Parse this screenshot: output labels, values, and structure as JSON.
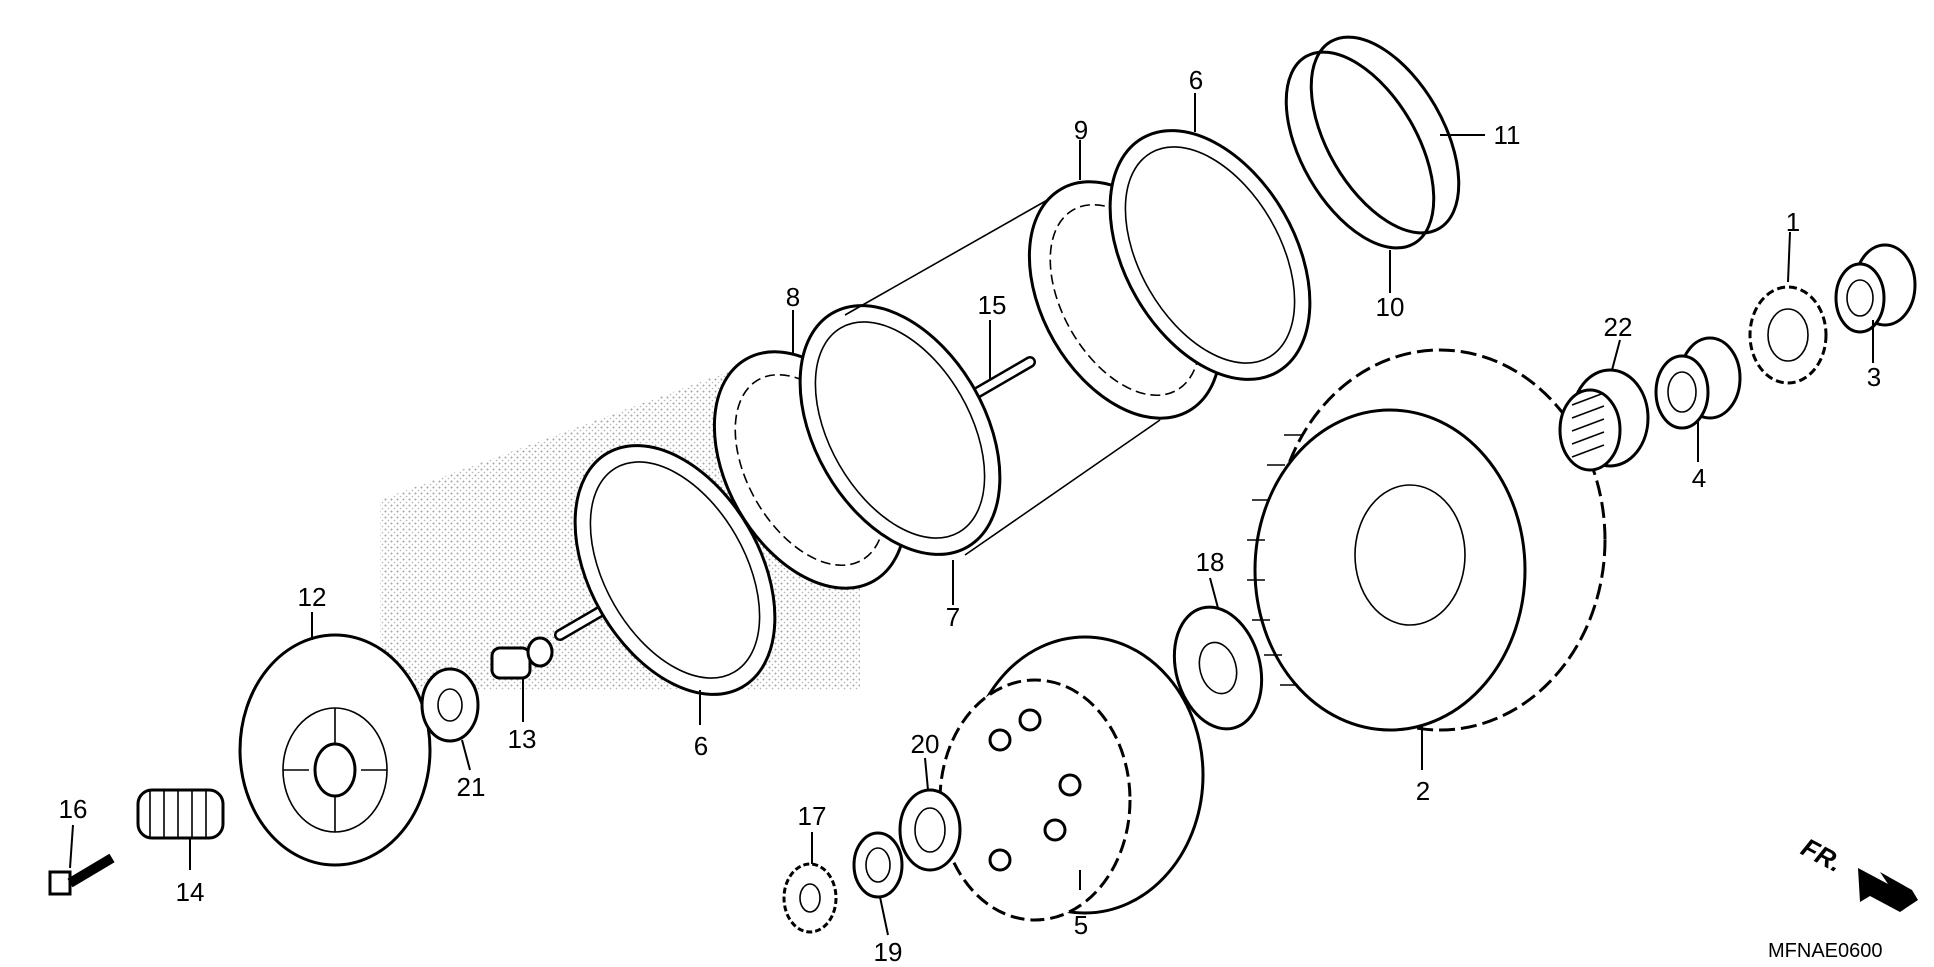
{
  "callouts": [
    {
      "id": "p1",
      "text": "1"
    },
    {
      "id": "p2",
      "text": "2"
    },
    {
      "id": "p3",
      "text": "3"
    },
    {
      "id": "p4",
      "text": "4"
    },
    {
      "id": "p5",
      "text": "5"
    },
    {
      "id": "p6a",
      "text": "6"
    },
    {
      "id": "p6b",
      "text": "6"
    },
    {
      "id": "p7",
      "text": "7"
    },
    {
      "id": "p8",
      "text": "8"
    },
    {
      "id": "p9",
      "text": "9"
    },
    {
      "id": "p10",
      "text": "10"
    },
    {
      "id": "p11",
      "text": "11"
    },
    {
      "id": "p12",
      "text": "12"
    },
    {
      "id": "p13",
      "text": "13"
    },
    {
      "id": "p14",
      "text": "14"
    },
    {
      "id": "p15",
      "text": "15"
    },
    {
      "id": "p16",
      "text": "16"
    },
    {
      "id": "p17",
      "text": "17"
    },
    {
      "id": "p18",
      "text": "18"
    },
    {
      "id": "p19",
      "text": "19"
    },
    {
      "id": "p20",
      "text": "20"
    },
    {
      "id": "p21",
      "text": "21"
    },
    {
      "id": "p22",
      "text": "22"
    }
  ],
  "front_indicator": "FR.",
  "diagram_code": "MFNAE0600"
}
